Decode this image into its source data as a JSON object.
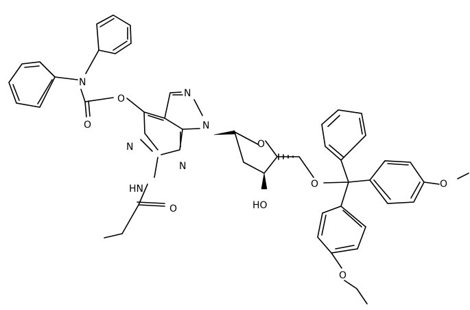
{
  "diagram": {
    "atom_labels": {
      "n_carbamate": "N",
      "o_carbonyl_carbamate": "O",
      "o_ester": "O",
      "n7": "N",
      "n9": "N",
      "n1": "N",
      "n3": "N",
      "nh_amide": "HN",
      "o_amide": "O",
      "o_ring": "O",
      "oh": "HO",
      "o_5prime": "O",
      "o_methoxy_a": "O",
      "o_methoxy_b": "O"
    }
  }
}
